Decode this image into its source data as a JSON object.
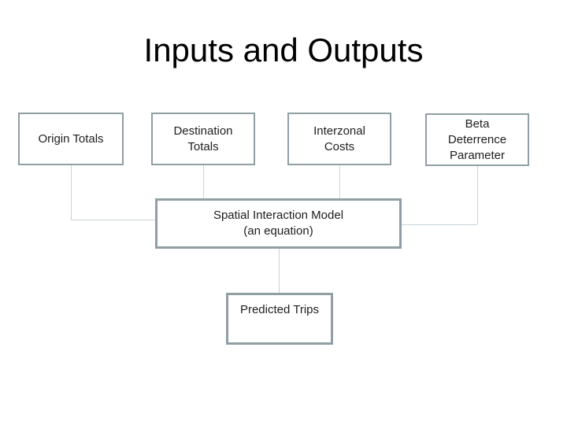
{
  "slide": {
    "title": "Inputs and Outputs"
  },
  "colors": {
    "background": "#ffffff",
    "box_border": "#8f9fa4",
    "connector": "#c9d4d8",
    "box_text": "#1d1d1d",
    "title_text": "#000000"
  },
  "diagram": {
    "input_boxes": [
      {
        "label": "Origin Totals"
      },
      {
        "label": "Destination\nTotals"
      },
      {
        "label": "Interzonal\nCosts"
      },
      {
        "label": "Beta\nDeterrence\nParameter"
      }
    ],
    "model_box": {
      "label": "Spatial Interaction Model\n(an equation)"
    },
    "output_box": {
      "label": "Predicted Trips"
    }
  }
}
